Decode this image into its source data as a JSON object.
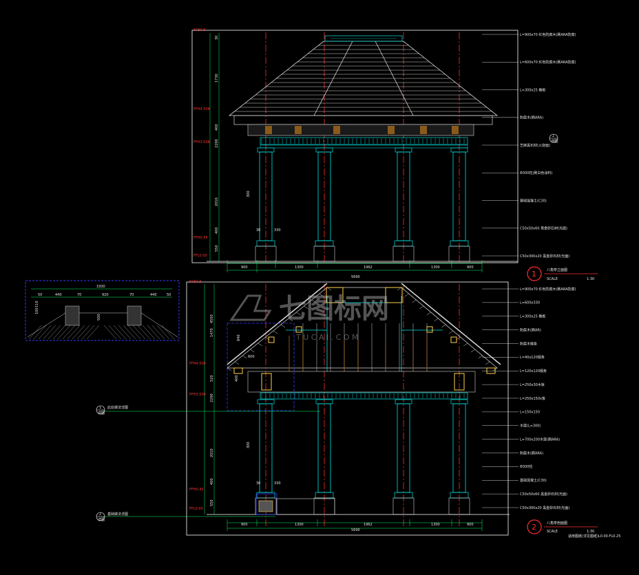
{
  "drawing": {
    "frame_colors": {
      "border": "#ffffff",
      "column": "#00e5e5",
      "roof": "#d8d8d8",
      "centerline": "#ff3030",
      "dimension": "#00ff66",
      "detail_box": "#3a3aff",
      "beam": "#ffd34d"
    }
  },
  "elevation": {
    "number": "1",
    "title": "八角亭立面图",
    "scale_label": "SCALE",
    "scale": "1:30",
    "levels": [
      "5090.5",
      "FFH4.508",
      "FFH3.508",
      "FFH0.45",
      "FFL0.00"
    ],
    "right_labels": [
      "L=900x70  红色防腐木(刷ARA防腐)",
      "L=600x70  红色防腐木(刷ARA防腐)",
      "L=300x25  檐板",
      "防腐木(刷ARA)",
      "芝麻黑石材(火烧面)",
      "Φ300柱(刷白色涂料)",
      "基础混凝土(C30)",
      "C50x50x60  黑金砂石材(光面)",
      "C50x300x20  黑金砂石材(光面)"
    ],
    "bottom_dims": [
      "900",
      "1300",
      "1962",
      "1300",
      "900"
    ],
    "total_dim": "5690",
    "side_dims": [
      "30",
      "1730",
      "400",
      "2200",
      "2010",
      "400",
      "550"
    ],
    "inner_dims": [
      "300",
      "30",
      "330"
    ]
  },
  "section": {
    "number": "2",
    "title": "八角亭剖面图",
    "scale_label": "SCALE",
    "scale": "1:30",
    "note": "适用图纸(详见图纸)L0.00-FL0.25",
    "levels": [
      "5090.5",
      "FFH4.508",
      "FFH3.508",
      "FFH0.45",
      "FFL0.00"
    ],
    "right_labels": [
      "L=900x70  红色防腐木(刷ARA防腐)",
      "L=600x330",
      "L=300x25  檐板",
      "防腐木(刷AR)",
      "防腐木檩条",
      "L=40x120檩条",
      "L=120x120檩条",
      "L=250x30木板",
      "L=250x150x板",
      "L=150x150",
      "木梁(L=300)",
      "L=700x200木梁(刷ARA)",
      "防腐木(刷ARA)",
      "Φ300柱",
      "基础混凝土(C30)",
      "C50x50x60  黑金砂石材(光面)",
      "C50x300x20  黑金砂石材(光面)"
    ],
    "bottom_dims": [
      "900",
      "1300",
      "1962",
      "1300",
      "900"
    ],
    "total_dim": "5690",
    "side_dims": [
      "4550",
      "1470",
      "520",
      "2200",
      "2010",
      "400",
      "550"
    ],
    "callout_1": {
      "num": "1",
      "ref": "详图",
      "text": "此处做法详图"
    },
    "callout_2": {
      "num": "2",
      "ref": "详图",
      "text": "基础做法详图"
    },
    "inner_dims": [
      "300",
      "30",
      "330",
      "840",
      "600",
      "400"
    ]
  },
  "detail": {
    "top_dim": "1930",
    "dims": [
      "50",
      "440",
      "70",
      "920",
      "70",
      "440",
      "50"
    ],
    "side_dims": [
      "110",
      "100",
      "500"
    ]
  },
  "detail_ref": {
    "num": "2",
    "ref": "详图"
  },
  "watermark": {
    "main": "七图标网",
    "sub": "T U C A I . C O M"
  }
}
